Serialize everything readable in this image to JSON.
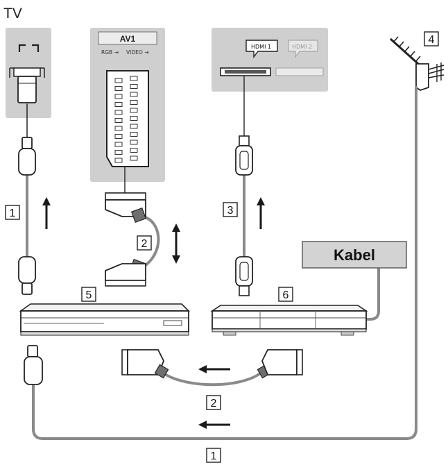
{
  "title": "TV",
  "panels": {
    "av": {
      "title": "AV1",
      "rgb_label": "RGB ⇥",
      "video_label": "VIDEO ⇥"
    },
    "hdmi": {
      "port1_label": "HDMI 1",
      "port2_label": "HDMI 2"
    }
  },
  "devices": {
    "kabel": {
      "label": "Kabel"
    }
  },
  "numbers": {
    "n1_left": "1",
    "n2_mid": "2",
    "n3_hdmi": "3",
    "n4_antenna": "4",
    "n5_recorder": "5",
    "n6_box": "6",
    "n2_bottom": "2",
    "n1_bottom": "1"
  },
  "colors": {
    "panel_fill": "#cfcfcf",
    "panel_inner": "#e6e6e6",
    "cable": "#8a8a8a",
    "line": "#222222",
    "arrow": "#1a1a1a"
  }
}
